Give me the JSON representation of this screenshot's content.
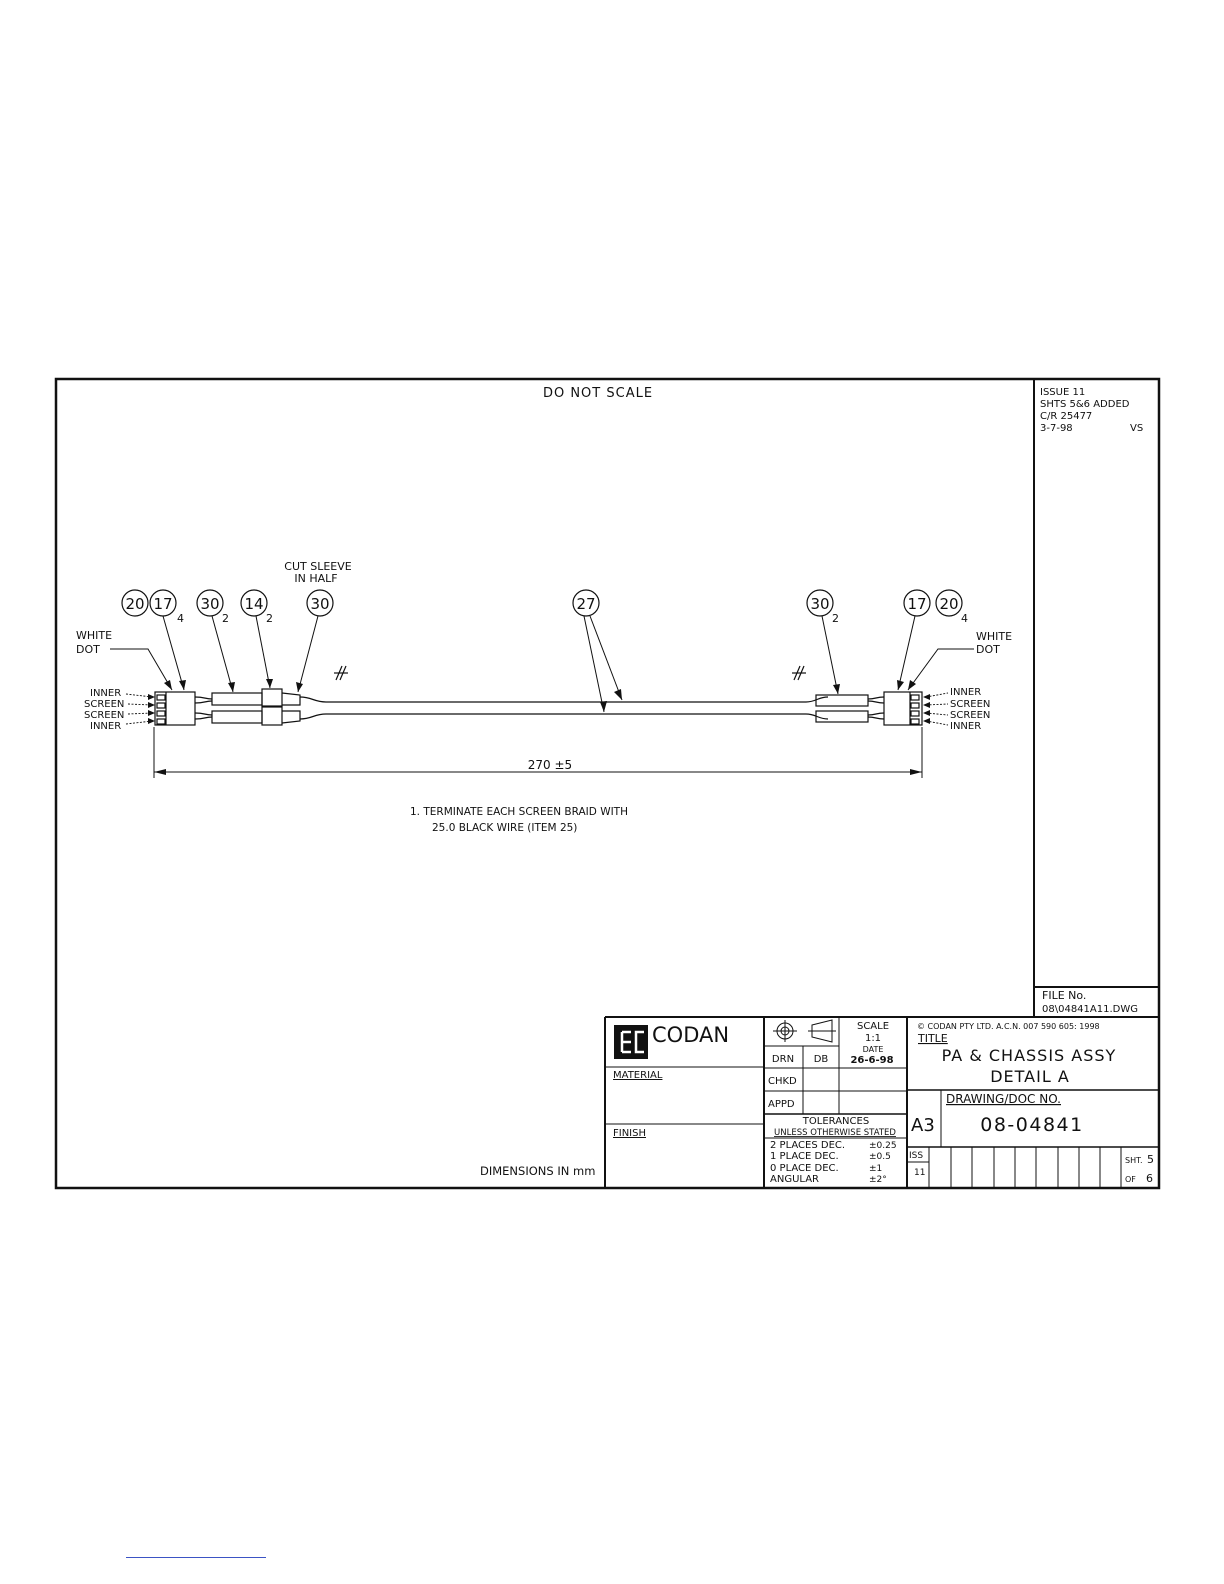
{
  "header": {
    "do_not_scale": "DO NOT SCALE"
  },
  "revision": {
    "lines": [
      "ISSUE 11",
      "SHTS 5&6 ADDED",
      "C/R 25477",
      "3-7-98"
    ],
    "initials": "VS"
  },
  "file_box": {
    "label": "FILE No.",
    "value": "08\\04841A11.DWG"
  },
  "drawing": {
    "cut_sleeve": [
      "CUT SLEEVE",
      "IN HALF"
    ],
    "balloons_left": [
      {
        "num": "20",
        "qty": ""
      },
      {
        "num": "17",
        "qty": "4"
      },
      {
        "num": "30",
        "qty": "2"
      },
      {
        "num": "14",
        "qty": "2"
      },
      {
        "num": "30",
        "qty": ""
      }
    ],
    "balloons_center": [
      {
        "num": "27",
        "qty": ""
      }
    ],
    "balloons_right": [
      {
        "num": "30",
        "qty": "2"
      },
      {
        "num": "17",
        "qty": ""
      },
      {
        "num": "20",
        "qty": "4"
      }
    ],
    "white_dot_left": [
      "WHITE",
      "DOT"
    ],
    "white_dot_right": [
      "WHITE",
      "DOT"
    ],
    "pins_left": [
      "INNER",
      "SCREEN",
      "SCREEN",
      "INNER"
    ],
    "pins_right": [
      "INNER",
      "SCREEN",
      "SCREEN",
      "INNER"
    ],
    "break_symbol": "//",
    "dimension": "270 ±5"
  },
  "notes": [
    "1.  TERMINATE EACH SCREEN BRAID WITH",
    "25.0 BLACK WIRE (ITEM 25)"
  ],
  "dimensions_note": "DIMENSIONS IN mm",
  "title_block": {
    "logo_mark": "EC",
    "company": "CODAN",
    "material_label": "MATERIAL",
    "finish_label": "FINISH",
    "scale_label": "SCALE",
    "scale_value": "1:1",
    "date_label": "DATE",
    "date_value": "26-6-98",
    "drn_label": "DRN",
    "drn_value": "DB",
    "chkd_label": "CHKD",
    "appd_label": "APPD",
    "tolerances_title": "TOLERANCES",
    "tolerances_sub": "UNLESS OTHERWISE STATED",
    "tolerances": [
      {
        "label": "2 PLACES DEC.",
        "value": "±0.25"
      },
      {
        "label": "1 PLACE DEC.",
        "value": "±0.5"
      },
      {
        "label": "0 PLACE DEC.",
        "value": "±1"
      },
      {
        "label": "ANGULAR",
        "value": "±2°"
      }
    ],
    "copyright": "©  CODAN   PTY  LTD.  A.C.N.  007  590  605:   1998",
    "title_label": "TITLE",
    "title_line1": "PA  &  CHASSIS  ASSY",
    "title_line2": "DETAIL  A",
    "doc_label": "DRAWING/DOC NO.",
    "sheet_size": "A3",
    "doc_number": "08-04841",
    "iss_label": "ISS",
    "iss_value": "11",
    "sht_label": "SHT.",
    "sht_value": "5",
    "of_label": "OF",
    "of_value": "6"
  }
}
